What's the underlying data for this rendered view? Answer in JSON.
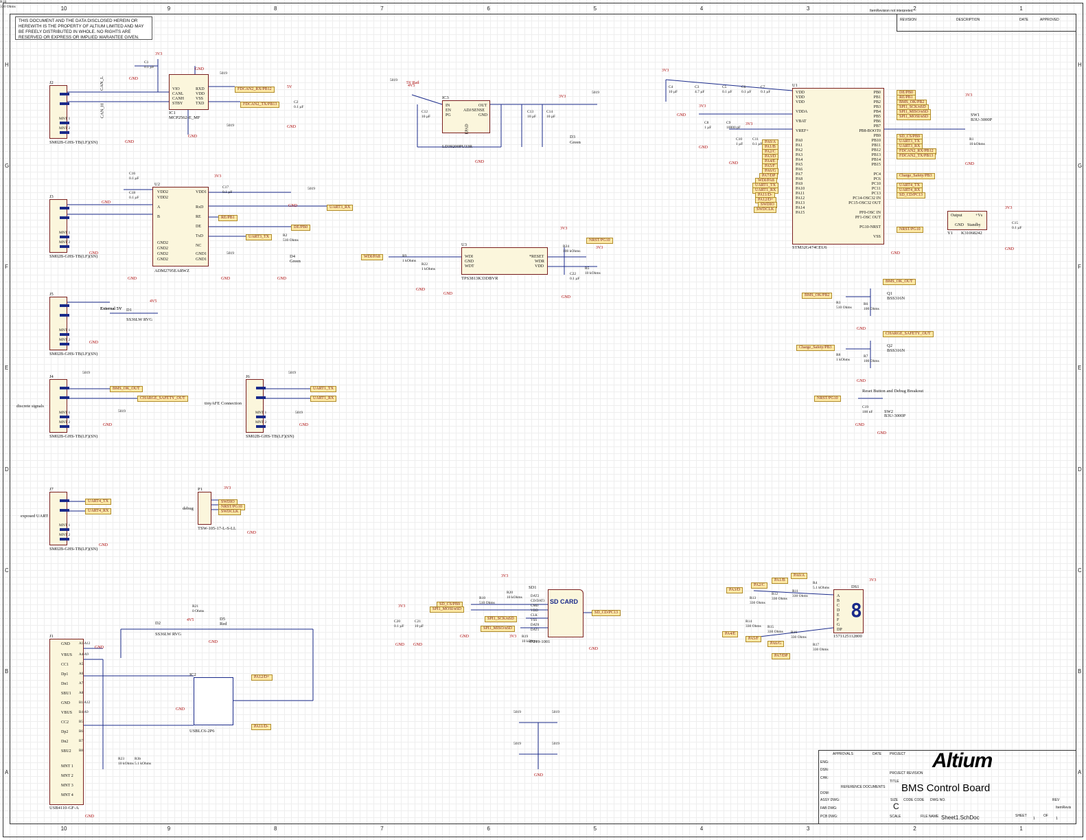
{
  "notice": "THIS DOCUMENT AND THE DATA DISCLOSED HEREIN OR HEREWITH IS THE PROPERTY OF ALTIUM LIMITED AND MAY BE FREELY DISTRIBUTED IN WHOLE. NO RIGHTS ARE RESERVED OR EXPRESS OR IMPLIED WARANTEE GIVEN.",
  "zones_top": [
    "10",
    "9",
    "8",
    "7",
    "6",
    "5",
    "4",
    "3",
    "2",
    "1"
  ],
  "zones_side": [
    "H",
    "G",
    "F",
    "E",
    "D",
    "C",
    "B",
    "A"
  ],
  "revision_table": {
    "header_item": "ItemRevision not interpreted",
    "cols": [
      "REVISION",
      "DESCRIPTION",
      "DATE",
      "APPROVED"
    ]
  },
  "title_block": {
    "logo": "Altium",
    "approvals": "APPROVALS",
    "date": "DATE",
    "project": "PROJECT",
    "rows": [
      "ENG:",
      "DSN:",
      "CHK:",
      "DOM:",
      "ASSY DWG:",
      "FAB DWG:",
      "PCB DWG:"
    ],
    "project_revision": "PROJECT REVISION",
    "ref_docs": "REFERENCE DOCUMENTS",
    "title_label": "TITLE",
    "title": "BMS Control Board",
    "size_label": "SIZE",
    "size": "C",
    "code_label": "CODE CODE",
    "dwg_label": "DWG NO.",
    "rev_label": "REV",
    "rev_value": "ItemRevis",
    "scale": "SCALE",
    "file_label": "FILE NAME",
    "file": "Sheet1.SchDoc",
    "sheet_label": "SHEET",
    "sheet": "1",
    "of_label": "OF",
    "of": "1"
  },
  "components": {
    "ic1": {
      "ref": "IC1",
      "part": "MCP2562-E_MF",
      "pins_left": [
        "VIO",
        "CANL",
        "CANH",
        "STBY"
      ],
      "pins_right": [
        "RXD",
        "VDD",
        "VSS",
        "TXD"
      ]
    },
    "u2": {
      "ref": "U2",
      "part": "ADM2795EARWZ",
      "pins_left": [
        "VDD2",
        "VDD2",
        "A",
        "B",
        "GND2",
        "GND2",
        "GND2",
        "GND2"
      ],
      "pins_right": [
        "VDD1",
        "RxD",
        "RE",
        "DE",
        "TxD",
        "NC",
        "GND1",
        "GND1"
      ]
    },
    "ic3": {
      "ref": "IC3",
      "part": "LD39200PU33R",
      "pins_left": [
        "IN",
        "EN",
        "PG"
      ],
      "pins_right": [
        "OUT",
        "ADJ/SENSE",
        "GND"
      ],
      "epad": "EPAD"
    },
    "u3": {
      "ref": "U3",
      "part": "TPS3813K33DBVR",
      "pins_left": [
        "WDI",
        "GND",
        "WDT"
      ],
      "pins_right": [
        "*RESET",
        "WDR",
        "VDD"
      ]
    },
    "u1": {
      "ref": "U1",
      "part": "STM32G474CEU6",
      "pins_left": [
        "VDD",
        "VDD",
        "VDD",
        "VDDA",
        "VBAT",
        "VREF+",
        "PA0",
        "PA1",
        "PA2",
        "PA3",
        "PA4",
        "PA5",
        "PA6",
        "PA7",
        "PA8",
        "PA9",
        "PA10",
        "PA11",
        "PA12",
        "PA13",
        "PA14",
        "PA15"
      ],
      "pins_right": [
        "PB0",
        "PB1",
        "PB2",
        "PB3",
        "PB4",
        "PB5",
        "PB6",
        "PB7",
        "PB8-BOOT0",
        "PB9",
        "PB10",
        "PB11",
        "PB12",
        "PB13",
        "PB14",
        "PB15",
        "PC4",
        "PC6",
        "PC10",
        "PC11",
        "PC13",
        "PC14-OSC32 IN",
        "PC15-OSC32 OUT",
        "PF0-OSC IN",
        "PF1-OSC OUT",
        "PG10-NRST",
        "VSS"
      ]
    },
    "y1": {
      "ref": "Y1",
      "part": "K31068242",
      "pins": [
        "Output",
        "+Vs",
        "GND",
        "Standby"
      ]
    },
    "sd": {
      "ref": "SD1",
      "part": "47219-1001",
      "label": "SD CARD",
      "pins": [
        "DAT2",
        "CD/DAT3",
        "CMD",
        "VDD",
        "CLK",
        "VSS",
        "DAT0",
        "DAT1"
      ]
    },
    "ic2": {
      "ref": "IC2",
      "part": "USBLC6-2P6"
    },
    "j1": {
      "ref": "J1",
      "part": "USB4110-GF-A",
      "pins": [
        "GND",
        "VBUS",
        "CC1",
        "Dp1",
        "Dn1",
        "SBU1",
        "GND",
        "VBUS",
        "CC2",
        "Dp2",
        "Dn2",
        "SBU2",
        "MNT 1",
        "MNT 2",
        "MNT 3",
        "MNT 4"
      ],
      "pin_nums": [
        "A1-A12",
        "A4-A9",
        "A5",
        "A6",
        "A7",
        "A8",
        "B1-A12",
        "B4-A9",
        "B5",
        "B6",
        "B7",
        "B8"
      ]
    },
    "ds1": {
      "ref": "DS1",
      "part": "1571125112800",
      "pins": [
        "A",
        "B",
        "C",
        "D",
        "E",
        "F",
        "G",
        "DP"
      ]
    },
    "p1": {
      "ref": "P1",
      "part": "TSW-105-17-L-S-LL",
      "note": "debug"
    }
  },
  "connectors": [
    {
      "ref": "J2",
      "part": "SM02B-GHS-TB(LF)(SN)",
      "note": ""
    },
    {
      "ref": "J3",
      "part": "SM02B-GHS-TB(LF)(SN)",
      "note": ""
    },
    {
      "ref": "J5",
      "part": "SM02B-GHS-TB(LF)(SN)",
      "note": "External 5V"
    },
    {
      "ref": "J4",
      "part": "SM02B-GHS-TB(LF)(SN)",
      "note": "discrete signals"
    },
    {
      "ref": "J6",
      "part": "SM02B-GHS-TB(LF)(SN)",
      "note": "tinyAFE Connection"
    },
    {
      "ref": "J7",
      "part": "SM02B-GHS-TB(LF)(SN)",
      "note": "exposed UART"
    }
  ],
  "nets": {
    "fdcan_rx": "FDCAN2_RX/PB12",
    "fdcan_tx": "FDCAN2_TX/PB13",
    "uart3_rx": "UART3_RX",
    "uart3_tx": "UART3_TX",
    "re": "RE/PB1",
    "de": "DE/PB0",
    "bms_ok": "BMS_OK_OUT",
    "charge_safety": "CHARGE_SAFETY_OUT",
    "uart1_tx": "UART1_TX",
    "uart1_rx": "UART1_RX",
    "uart4_tx": "UART4_TX",
    "uart4_rx": "UART4_RX",
    "swdio": "SWDIO",
    "nrst": "NRST/PG10",
    "swclk": "SWDCLK",
    "wdi": "WDI/PA8",
    "pb0": "DE/PB0",
    "pb1": "RE/PB1",
    "pb2": "BMS_OK/PB2",
    "pb3": "SPI1_SCK/nSD",
    "pb4": "SPI1_MISO/nSD",
    "pb5": "SPI1_MOSI/nSD",
    "pb9": "SD_CS/PB9",
    "pb10": "UART3_TX",
    "pb11": "UART3_RX",
    "pb12": "FDCAN2_RX/PB12",
    "pb13": "FDCAN2_TX/PB13",
    "pc4": "Charge_Safety/PB3",
    "pc10": "UART4_TX",
    "pc11": "UART4_RX",
    "pc13": "SD_CD/PC13",
    "pa0": "PA0/A",
    "pa1": "PA1/B",
    "pa2": "PA2/C",
    "pa3": "PA3/D",
    "pa4": "PA4/E",
    "pa5": "PA5/F",
    "pa6": "PA6/G",
    "pa7": "PA7/DP",
    "pa8": "WDI/PA8",
    "pa9": "UART1_TX",
    "pa10": "UART1_RX",
    "pa11": "PA11/D-",
    "pa12": "PA12/D+",
    "pa13": "SWDIO",
    "pa14": "SWDCLK",
    "bms_ok_pb2": "BMS_OK/PB2",
    "charge_pb3": "Charge_Safety/PB3",
    "sd_cs": "SD_CS/PB9",
    "spi_mosi": "SPI1_MOSI/nSD",
    "spi_sck": "SPI1_SCK/nSD",
    "spi_miso": "SPI1_MISO/nSD",
    "sd_cd": "SD_CD/PC13",
    "pa12d": "PA12/D+",
    "pa11d": "PA11/D-",
    "nrst_pg10": "NRST/PG10"
  },
  "labels": {
    "gnd": "GND",
    "v33": "3V3",
    "v5": "5V",
    "v5rail": "5V Rail",
    "v4": "4V5",
    "can_l": "CAN_L",
    "can_h": "CAN_H",
    "ext5": "External 5V",
    "reset_note": "Reset Button and Debug Breakout",
    "j_part": "5019",
    "mnt1": "MNT 1",
    "mnt2": "MNT 2",
    "sw1": "SW1",
    "sw1p": "B3U-3000P",
    "sw2": "SW2",
    "sw2p": "B3U-3000P",
    "q1": "Q1",
    "q1p": "BSS316N",
    "q2": "Q2",
    "q2p": "BSS316N",
    "d1": "D1",
    "d1p": "SS36LW RVG",
    "d2": "D2",
    "d2p": "SS36LW RVG",
    "d3": "D3",
    "d3p": "Green",
    "d4": "D4",
    "d4p": "Green",
    "d5": "D5",
    "d5p": "Red"
  },
  "passives": [
    {
      "ref": "C1",
      "val": "0.1 µF"
    },
    {
      "ref": "C2",
      "val": "0.1 µF"
    },
    {
      "ref": "C16",
      "val": "0.1 µF"
    },
    {
      "ref": "C18",
      "val": "0.1 µF"
    },
    {
      "ref": "C17",
      "val": "0.1 µF"
    },
    {
      "ref": "C12",
      "val": "10 µF"
    },
    {
      "ref": "C13",
      "val": "10 µF"
    },
    {
      "ref": "C14",
      "val": "10 µF"
    },
    {
      "ref": "C4",
      "val": "10 µF"
    },
    {
      "ref": "C3",
      "val": "4.7 µF"
    },
    {
      "ref": "C5",
      "val": "0.1 µF"
    },
    {
      "ref": "C6",
      "val": "0.1 µF"
    },
    {
      "ref": "C7",
      "val": "0.1 µF"
    },
    {
      "ref": "C8",
      "val": "1 µF"
    },
    {
      "ref": "C9",
      "val": "10000 pF"
    },
    {
      "ref": "C10",
      "val": "1 µF"
    },
    {
      "ref": "C11",
      "val": "0.1 µF"
    },
    {
      "ref": "C15",
      "val": "0.1 µF"
    },
    {
      "ref": "C22",
      "val": "0.1 µF"
    },
    {
      "ref": "C19",
      "val": "100 nF"
    },
    {
      "ref": "C20",
      "val": "0.1 µF"
    },
    {
      "ref": "C21",
      "val": "10 µF"
    },
    {
      "ref": "R1",
      "val": "10 kOhms"
    },
    {
      "ref": "R2",
      "val": "510 Ohms"
    },
    {
      "ref": "R3",
      "val": "510 Ohms"
    },
    {
      "ref": "R6",
      "val": "100 Ohms"
    },
    {
      "ref": "R8",
      "val": "1 kOhms"
    },
    {
      "ref": "R7",
      "val": "100 Ohms"
    },
    {
      "ref": "R9",
      "val": "1 kOhms"
    },
    {
      "ref": "R22",
      "val": "1 kOhms"
    },
    {
      "ref": "R24",
      "val": "100 kOhms"
    },
    {
      "ref": "R5",
      "val": "10 kOhms"
    },
    {
      "ref": "R21",
      "val": "0 Ohms"
    },
    {
      "ref": "R10",
      "val": "510 Ohms"
    },
    {
      "ref": "R20",
      "val": "10 kOhms"
    },
    {
      "ref": "R19",
      "val": "10 kOhms"
    },
    {
      "ref": "R23",
      "val": "10 kOhms"
    },
    {
      "ref": "R3b",
      "val": "5.1 kOhms"
    },
    {
      "ref": "R4",
      "val": "5.1 kOhms"
    },
    {
      "ref": "R11",
      "val": "330 Ohms"
    },
    {
      "ref": "R12",
      "val": "330 Ohms"
    },
    {
      "ref": "R13",
      "val": "330 Ohms"
    },
    {
      "ref": "R14",
      "val": "330 Ohms"
    },
    {
      "ref": "R15",
      "val": "330 Ohms"
    },
    {
      "ref": "R16",
      "val": "330 Ohms"
    },
    {
      "ref": "R17",
      "val": "330 Ohms"
    },
    {
      "ref": "R18",
      "val": "330 Ohms"
    }
  ]
}
